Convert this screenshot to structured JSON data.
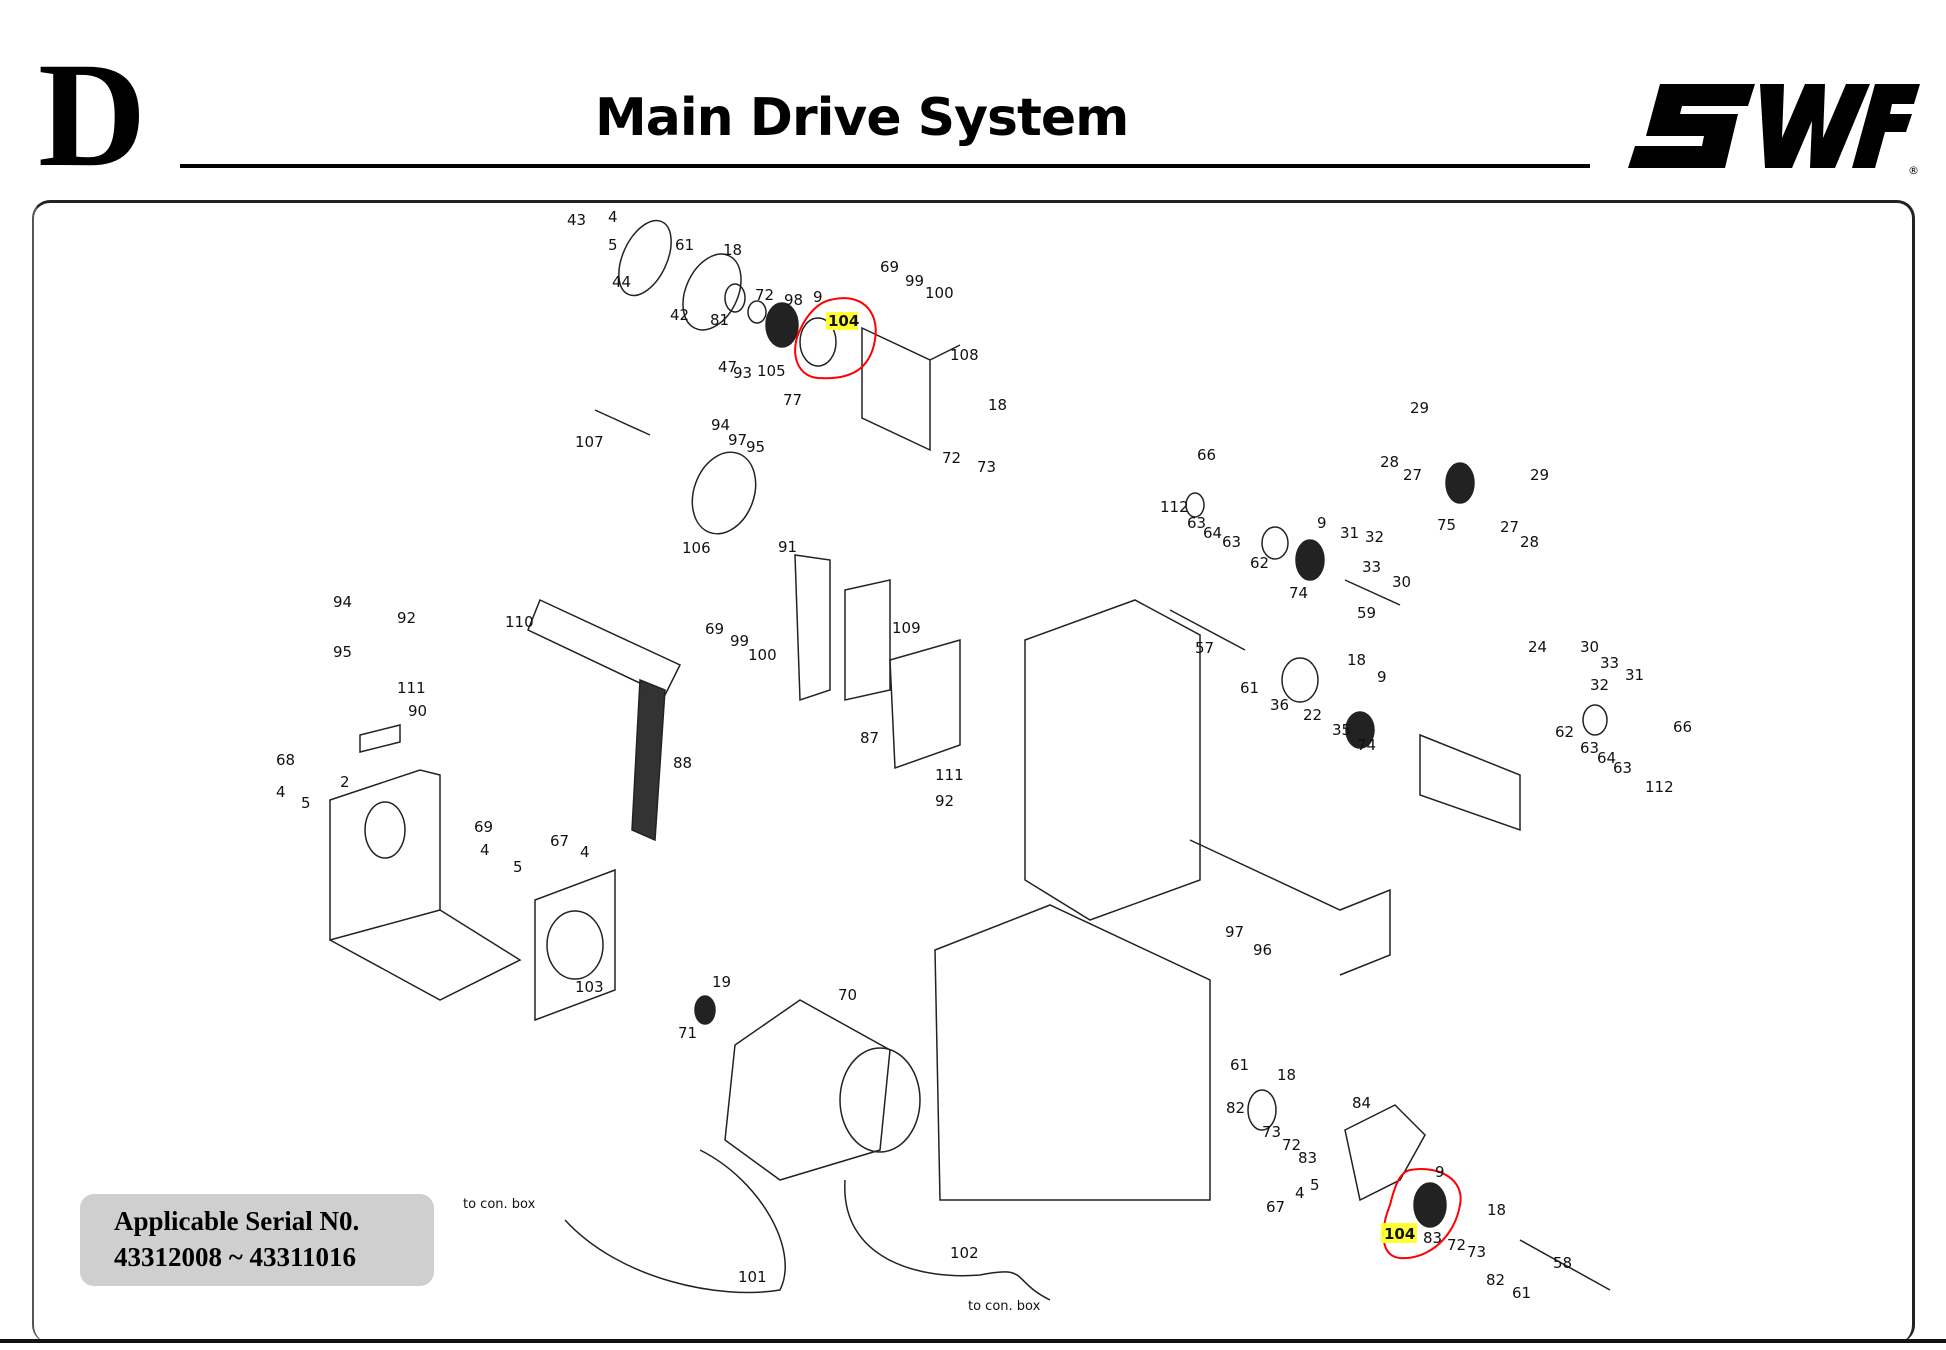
{
  "header": {
    "section_letter": "D",
    "title": "Main Drive System",
    "brand_logo": "SWF",
    "registered_mark": "®"
  },
  "serial_box": {
    "line1": "Applicable Serial N0.",
    "line2": "43312008 ~ 43311016"
  },
  "highlight": {
    "part_number": "104",
    "marker_color": "#ff0000",
    "highlight_color": "#ffff33",
    "occurrences": 2
  },
  "cable_labels": {
    "left": "to con. box",
    "right": "to con. box"
  },
  "labels": {
    "upper_assembly": [
      "43",
      "4",
      "5",
      "44",
      "61",
      "18",
      "42",
      "81",
      "72",
      "98",
      "9",
      "104",
      "69",
      "99",
      "100",
      "108",
      "47",
      "93",
      "105",
      "77",
      "94",
      "97",
      "95",
      "107",
      "18",
      "72",
      "73",
      "106",
      "91"
    ],
    "bracket_assembly": [
      "69",
      "99",
      "100",
      "109",
      "87",
      "111",
      "92",
      "110",
      "88"
    ],
    "motor_plate": [
      "94",
      "92",
      "95",
      "111",
      "90",
      "68",
      "4",
      "5",
      "2",
      "69",
      "4",
      "5",
      "67",
      "4",
      "103"
    ],
    "motor": [
      "19",
      "71",
      "70",
      "101",
      "102"
    ],
    "right_upper_shaft": [
      "29",
      "28",
      "27",
      "75",
      "29",
      "27",
      "28",
      "66",
      "112",
      "63",
      "64",
      "63",
      "62",
      "9",
      "74",
      "31",
      "32",
      "33",
      "30",
      "59"
    ],
    "center_shaft": [
      "57",
      "61",
      "36",
      "22",
      "18",
      "35",
      "9",
      "74",
      "24",
      "30",
      "33",
      "32",
      "31"
    ],
    "right_lower_shaft": [
      "62",
      "63",
      "64",
      "63",
      "66",
      "112"
    ],
    "frame_bolts": [
      "97",
      "96"
    ],
    "lower_right_assembly": [
      "61",
      "18",
      "82",
      "84",
      "73",
      "72",
      "83",
      "67",
      "4",
      "5",
      "9",
      "104",
      "83",
      "72",
      "73",
      "18",
      "82",
      "61",
      "58"
    ]
  }
}
